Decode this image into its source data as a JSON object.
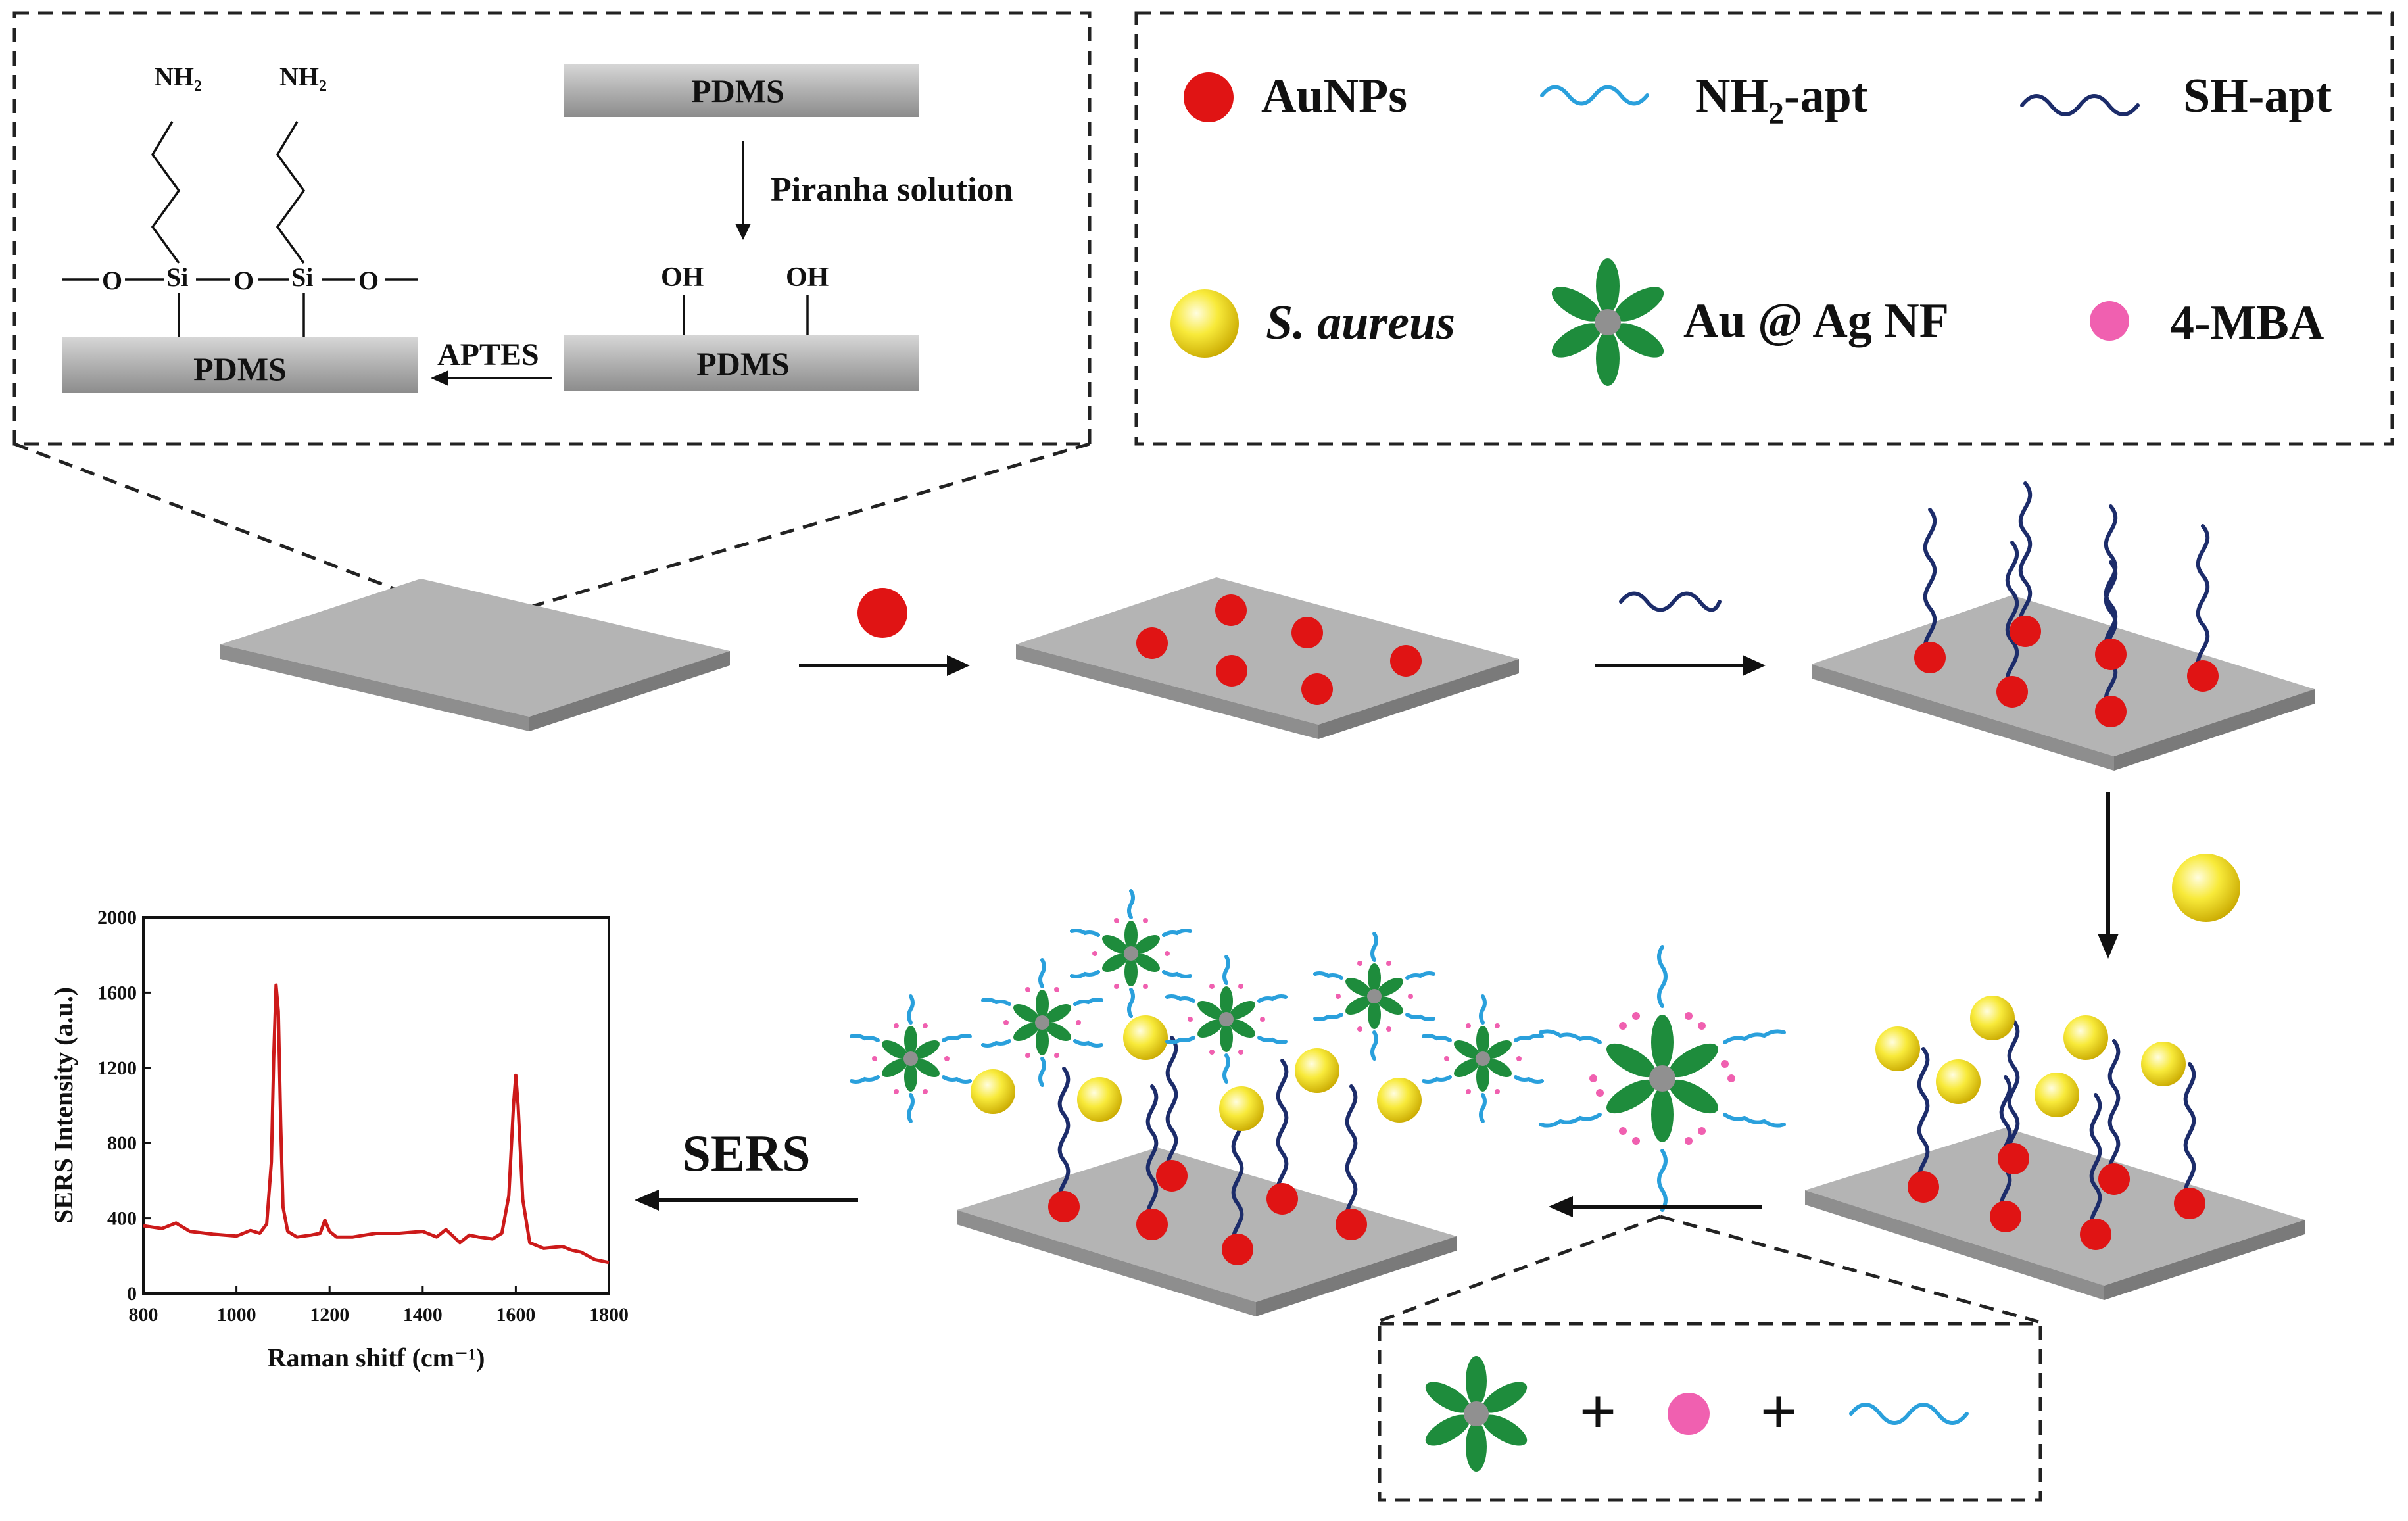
{
  "surface_chem": {
    "pdms_label": "PDMS",
    "piranha_label": "Piranha solution",
    "aptes_label": "APTES",
    "oh_label": "OH",
    "nh2_label": "NH₂",
    "si_label": "Si",
    "o_label": "O"
  },
  "legend": {
    "aunps": "AuNPs",
    "nh2_apt": "NH₂-apt",
    "sh_apt": "SH-apt",
    "s_aureus": "S. aureus",
    "au_ag_nf": "Au @ Ag NF",
    "mba": "4-MBA"
  },
  "process": {
    "sers_label": "SERS",
    "plus_sign": "+"
  },
  "colors": {
    "aunp_red": "#e01414",
    "s_aureus_yellow": "#f4e020",
    "flower_green": "#1e8c3c",
    "mba_pink": "#f060b0",
    "nh2_apt_cyan": "#2aa0dc",
    "sh_apt_navy": "#1c2c6a",
    "spectrum_red": "#cc1a1a"
  },
  "chart_data": {
    "type": "line",
    "title": "",
    "xlabel": "Raman shitf (cm⁻¹)",
    "ylabel": "SERS Intensity (a.u.)",
    "xlim": [
      800,
      1800
    ],
    "ylim": [
      0,
      2000
    ],
    "xticks": [
      "800",
      "1000",
      "1200",
      "1400",
      "1600",
      "1800"
    ],
    "yticks": [
      "0",
      "400",
      "800",
      "1200",
      "1600",
      "2000"
    ],
    "grid": false,
    "x": [
      800,
      840,
      870,
      900,
      950,
      1000,
      1030,
      1050,
      1065,
      1075,
      1080,
      1085,
      1090,
      1095,
      1100,
      1110,
      1130,
      1160,
      1180,
      1190,
      1200,
      1215,
      1250,
      1300,
      1350,
      1400,
      1430,
      1450,
      1480,
      1500,
      1520,
      1550,
      1570,
      1585,
      1595,
      1600,
      1605,
      1615,
      1630,
      1660,
      1700,
      1720,
      1740,
      1770,
      1800
    ],
    "y": [
      360,
      345,
      375,
      330,
      315,
      305,
      335,
      320,
      370,
      700,
      1250,
      1640,
      1500,
      900,
      460,
      330,
      300,
      310,
      320,
      390,
      330,
      300,
      300,
      320,
      320,
      330,
      300,
      340,
      270,
      310,
      300,
      290,
      320,
      520,
      1000,
      1160,
      1000,
      500,
      270,
      240,
      250,
      230,
      220,
      180,
      165
    ]
  }
}
